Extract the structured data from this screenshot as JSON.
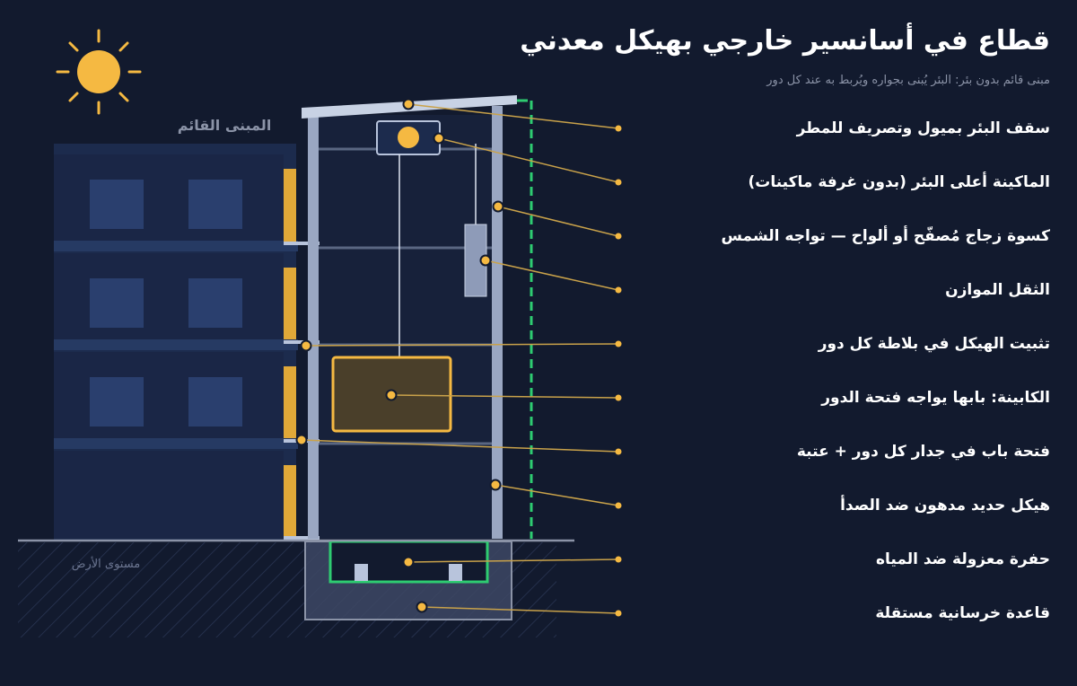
{
  "title": "قطاع في أسانسير خارجي بهيكل معدني",
  "subtitle": "مبنى قائم بدون بئر: البئر يُبنى بجواره ويُربط به عند كل دور",
  "building_label": "المبنى القائم",
  "ground_label": "مستوى الأرض",
  "callouts": [
    "سقف البئر بميول وتصريف للمطر",
    "الماكينة أعلى البئر (بدون غرفة ماكينات)",
    "كسوة زجاج مُصفّح أو ألواح — تواجه الشمس",
    "الثقل الموازن",
    "تثبيت الهيكل في بلاطة كل دور",
    "الكابينة: بابها يواجه فتحة الدور",
    "فتحة باب في جدار كل دور + عتبة",
    "هيكل حديد مدهون ضد الصدأ",
    "حفرة معزولة ضد المياه",
    "قاعدة خرسانية مستقلة"
  ],
  "colors": {
    "background": "#121a2e",
    "building": "#1c2b4d",
    "accent": "#f5b942",
    "steel": "#b8c4dc",
    "pit_border": "#2ecc71",
    "leader": "#c9a24a"
  },
  "icons": {
    "sun": "sun-icon"
  }
}
